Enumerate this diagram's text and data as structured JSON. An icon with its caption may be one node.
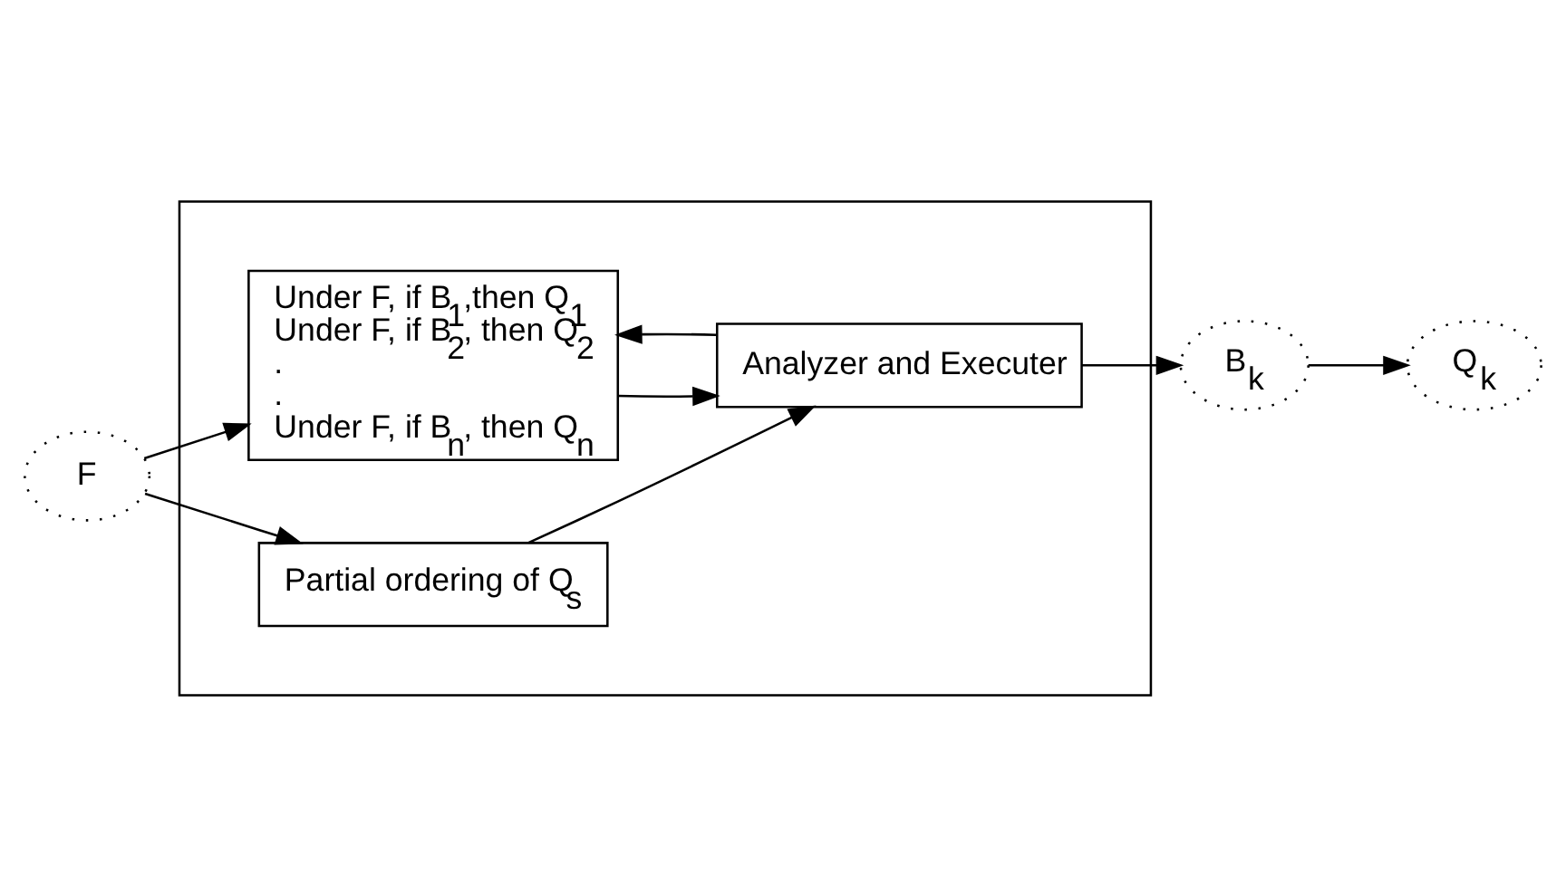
{
  "diagram": {
    "nodes": [
      {
        "text": [
          "F"
        ]
      },
      {
        "text": [],
        "shape": "box"
      },
      {
        "text": [
          "Under F, if B$_{1}$,then Q$_{1}$",
          "Under F, if B$_{2}$, then Q$_{2}$",
          ".",
          ".",
          "Under F, if B$_{n}$, then Q$_{n}$"
        ],
        "in": 1
      },
      {
        "text": [
          "Analyzer and Executer"
        ],
        "in": 1
      },
      {
        "text": [
          "Partial ordering of Q$_{s}$"
        ],
        "in": 1
      },
      {
        "text": [
          "B$_{k}$"
        ]
      },
      {
        "text": [
          "Q$_{k}$"
        ]
      }
    ],
    "edges": [
      {
        "from": 0,
        "to": 2,
        "arrow": "to"
      },
      {
        "from": 0,
        "to": 4,
        "arrow": "to"
      },
      {
        "from": 2,
        "to": 3,
        "arrow": "to"
      },
      {
        "from": 3,
        "to": 2,
        "arrow": "to"
      },
      {
        "from": 4,
        "to": 3,
        "arrow": "to"
      },
      {
        "from": 3,
        "to": 5,
        "arrow": "to"
      },
      {
        "from": 5,
        "to": 6,
        "arrow": "to"
      }
    ]
  }
}
